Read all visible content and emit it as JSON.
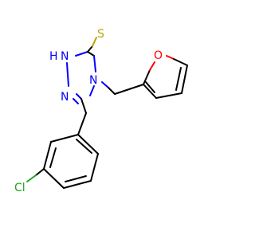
{
  "atoms": {
    "thione_s": {
      "label": "S",
      "color": "#b8a500"
    },
    "nh": {
      "label": "H",
      "color": "#0000ff"
    },
    "n1": {
      "label": "N",
      "color": "#0000ff"
    },
    "n2": {
      "label": "N",
      "color": "#0000ff"
    },
    "n4": {
      "label": "N",
      "color": "#0000ff"
    },
    "furan_o": {
      "label": "O",
      "color": "#ff0000"
    },
    "chlorine": {
      "label": "Cl",
      "color": "#1fa31f"
    }
  }
}
